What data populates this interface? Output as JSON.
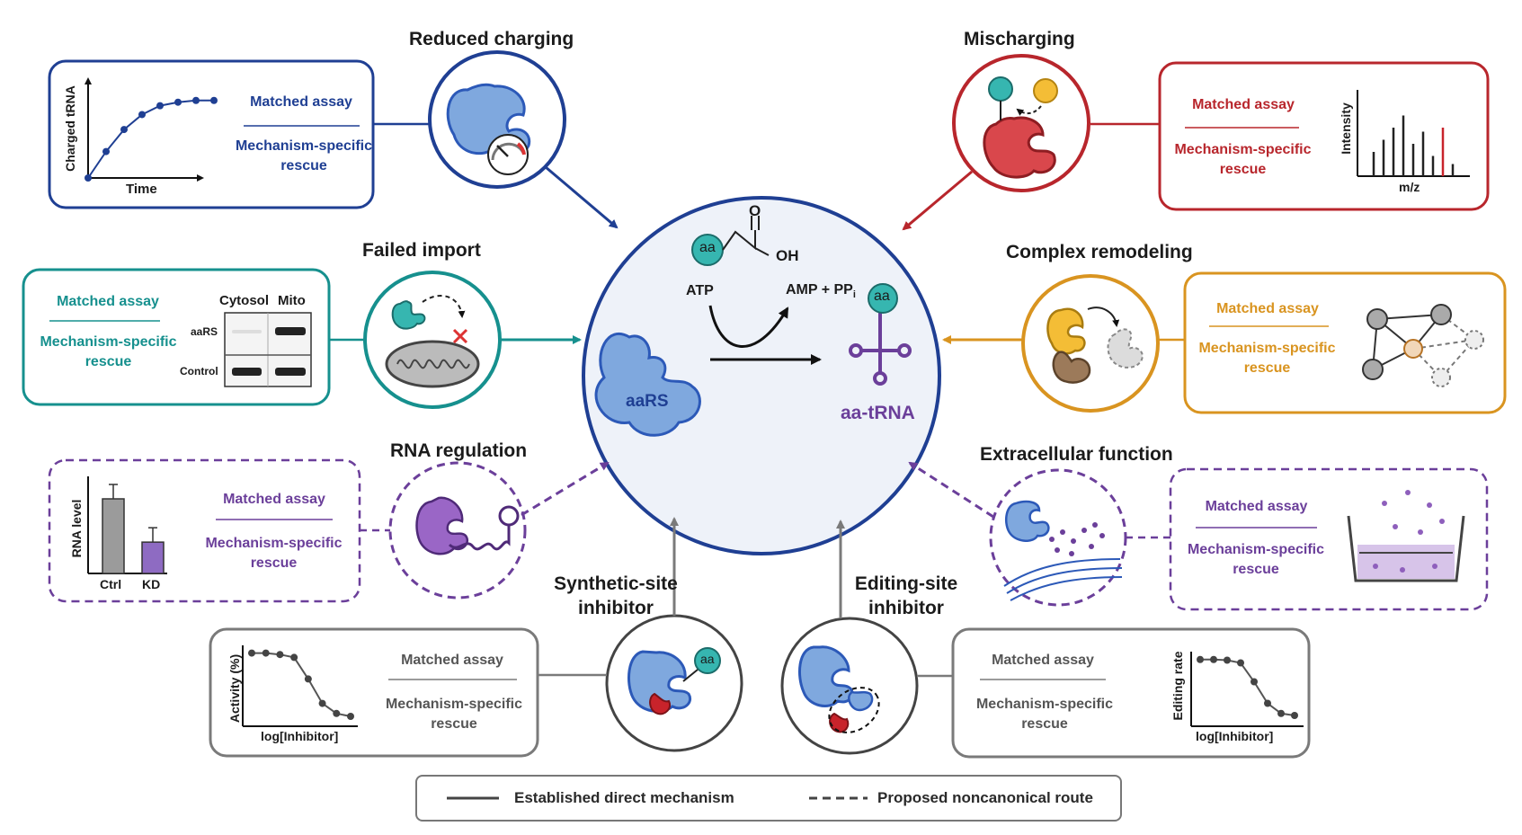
{
  "titles": {
    "reduced_charging": "Reduced charging",
    "mischarging": "Mischarging",
    "failed_import": "Failed import",
    "complex_remodeling": "Complex remodeling",
    "rna_regulation": "RNA regulation",
    "extracellular_function": "Extracellular function",
    "synthetic_site_line1": "Synthetic-site",
    "synthetic_site_line2": "inhibitor",
    "editing_site_line1": "Editing-site",
    "editing_site_line2": "inhibitor"
  },
  "boxes": {
    "reduced_charging": {
      "assay": "Matched assay",
      "rescue1": "Mechanism-specific",
      "rescue2": "rescue",
      "ylabel": "Charged tRNA",
      "xlabel": "Time"
    },
    "mischarging": {
      "assay": "Matched assay",
      "rescue1": "Mechanism-specific",
      "rescue2": "rescue",
      "ylabel": "Intensity",
      "xlabel": "m/z"
    },
    "failed_import": {
      "assay": "Matched assay",
      "rescue1": "Mechanism-specific",
      "rescue2": "rescue",
      "col1": "Cytosol",
      "col2": "Mito",
      "row1": "aaRS",
      "row2": "Control"
    },
    "complex_remodeling": {
      "assay": "Matched assay",
      "rescue1": "Mechanism-specific",
      "rescue2": "rescue"
    },
    "rna_regulation": {
      "assay": "Matched assay",
      "rescue1": "Mechanism-specific",
      "rescue2": "rescue",
      "ylabel": "RNA level",
      "bar1": "Ctrl",
      "bar2": "KD"
    },
    "extracellular_function": {
      "assay": "Matched assay",
      "rescue1": "Mechanism-specific",
      "rescue2": "rescue"
    },
    "synthetic_site": {
      "assay": "Matched assay",
      "rescue1": "Mechanism-specific",
      "rescue2": "rescue",
      "ylabel": "Activity (%)",
      "xlabel": "log[Inhibitor]"
    },
    "editing_site": {
      "assay": "Matched assay",
      "rescue1": "Mechanism-specific",
      "rescue2": "rescue",
      "ylabel": "Editing rate",
      "xlabel": "log[Inhibitor]"
    }
  },
  "center": {
    "aa": "aa",
    "oh": "OH",
    "o": "O",
    "atp": "ATP",
    "amp": "AMP + PP",
    "amp_sub": "i",
    "aars": "aaRS",
    "aa_trna": "aa-tRNA",
    "trna_aa": "aa"
  },
  "circle_labels": {
    "synthetic_aa": "aa"
  },
  "legend": {
    "solid": "Established direct mechanism",
    "dashed": "Proposed noncanonical route"
  },
  "colors": {
    "navy": "#1f3f93",
    "red": "#b8262c",
    "teal": "#16908e",
    "orange": "#d99420",
    "purple": "#6b3f9a",
    "gray": "#7a7a7a",
    "protein_blue": "#7fa8de",
    "protein_edge": "#2c59b8"
  },
  "charts": {
    "reduced_charging_curve": [
      0,
      0.3,
      0.55,
      0.72,
      0.82,
      0.86,
      0.88,
      0.88
    ],
    "mischarging_peaks": [
      0.3,
      0.45,
      0.6,
      0.75,
      0.4,
      0.55,
      0.25,
      0.6,
      0.15
    ],
    "mischarging_highlight_index": 7,
    "rna_bars": [
      1.0,
      0.42
    ],
    "synthetic_curve": [
      0.98,
      0.98,
      0.96,
      0.92,
      0.62,
      0.28,
      0.14,
      0.1
    ],
    "editing_curve": [
      0.95,
      0.95,
      0.94,
      0.9,
      0.62,
      0.3,
      0.15,
      0.12
    ]
  }
}
